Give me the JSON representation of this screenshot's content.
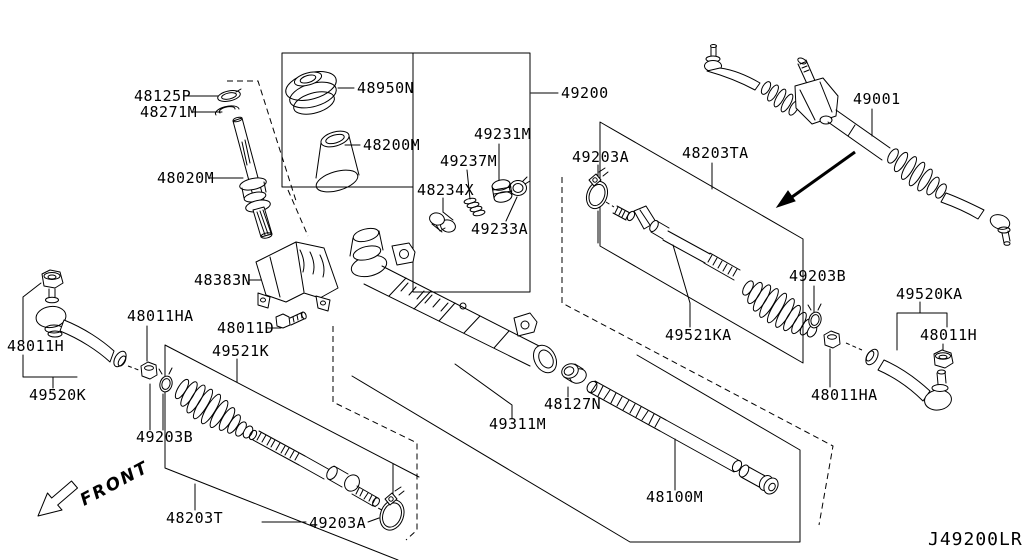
{
  "diagram": {
    "code": "J49200LR",
    "front_label": "FRONT",
    "parts": {
      "p48125P": "48125P",
      "p48271M": "48271M",
      "p48020M": "48020M",
      "p48950N": "48950N",
      "p48200M": "48200M",
      "p49200": "49200",
      "p49231M": "49231M",
      "p49237M": "49237M",
      "p48234X": "48234X",
      "p49233A": "49233A",
      "p49203A": "49203A",
      "p48203TA": "48203TA",
      "p49001": "49001",
      "p49203B": "49203B",
      "p49520KA": "49520KA",
      "p48011H": "48011H",
      "p49521KA": "49521KA",
      "p48011HA": "48011HA",
      "p48127N": "48127N",
      "p49311M": "49311M",
      "p48100M": "48100M",
      "p48383N": "48383N",
      "p48011D": "48011D",
      "p49521K": "49521K",
      "p49520K": "49520K",
      "p48203T": "48203T"
    }
  }
}
